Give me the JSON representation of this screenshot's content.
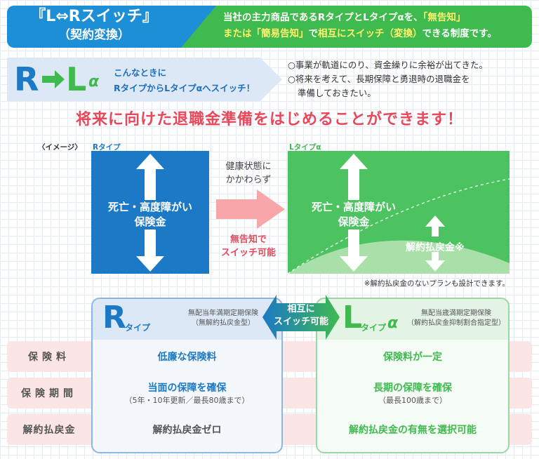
{
  "header": {
    "title": "『L⇔Rスイッチ』",
    "subtitle": "（契約変換）",
    "desc_line1_a": "当社の主力商品であるRタイプとLタイプαを、",
    "desc_line1_hl": "「無告知」",
    "desc_line2_hl1": "または「簡易告知」",
    "desc_line2_b": "で",
    "desc_line2_hl2": "相互にスイッチ（変換）",
    "desc_line2_c": "できる制度です。",
    "colors": {
      "blue": "#1c8fd6",
      "green": "#3fba4f",
      "highlight": "#fff36b"
    }
  },
  "banner": {
    "r": "R",
    "l": "L",
    "alpha": "α",
    "line1": "こんなときに",
    "line2": "RタイプからLタイプαへスイッチ！",
    "notes": [
      "○事業が軌道にのり、資金繰りに余裕が出てきた。",
      "○将来を考えて、長期保障と勇退時の退職金を",
      "準備しておきたい。"
    ]
  },
  "headline": "将来に向けた退職金準備をはじめることができます！",
  "illustration": {
    "image_label": "〈イメージ〉",
    "r_label": "Rタイプ",
    "l_label": "Lタイプα",
    "benefit_line1": "死亡・高度障がい",
    "benefit_line2": "保険金",
    "condition_line1": "健康状態に",
    "condition_line2": "かかわらず",
    "switch_line1": "無告知で",
    "switch_line2": "スイッチ可能",
    "surrender": "解約払戻金※",
    "footnote": "※解約払戻金のないプランも設計できます。"
  },
  "compare": {
    "r_big": "R",
    "r_small": "タイプ",
    "r_desc1": "無配当年満期定期保険",
    "r_desc2": "（無解約払戻金型）",
    "l_big": "L",
    "l_small": "タイプ",
    "l_alpha": "α",
    "l_desc1": "無配当歳満期定期保険",
    "l_desc2": "（解約払戻金抑制割合指定型）",
    "mutual1": "相互に",
    "mutual2": "スイッチ可能",
    "rows": [
      {
        "label": "保険料",
        "r": "低廉な保険料",
        "r_sub": "",
        "l": "保険料が一定",
        "l_sub": ""
      },
      {
        "label": "保険期間",
        "r": "当面の保障を確保",
        "r_sub": "（5年・10年更新／最長80歳まで）",
        "l": "長期の保障を確保",
        "l_sub": "（最長100歳まで）"
      },
      {
        "label": "解約払戻金",
        "r": "解約払戻金ゼロ",
        "r_sub": "",
        "l": "解約払戻金の有無を選択可能",
        "l_sub": ""
      }
    ]
  }
}
